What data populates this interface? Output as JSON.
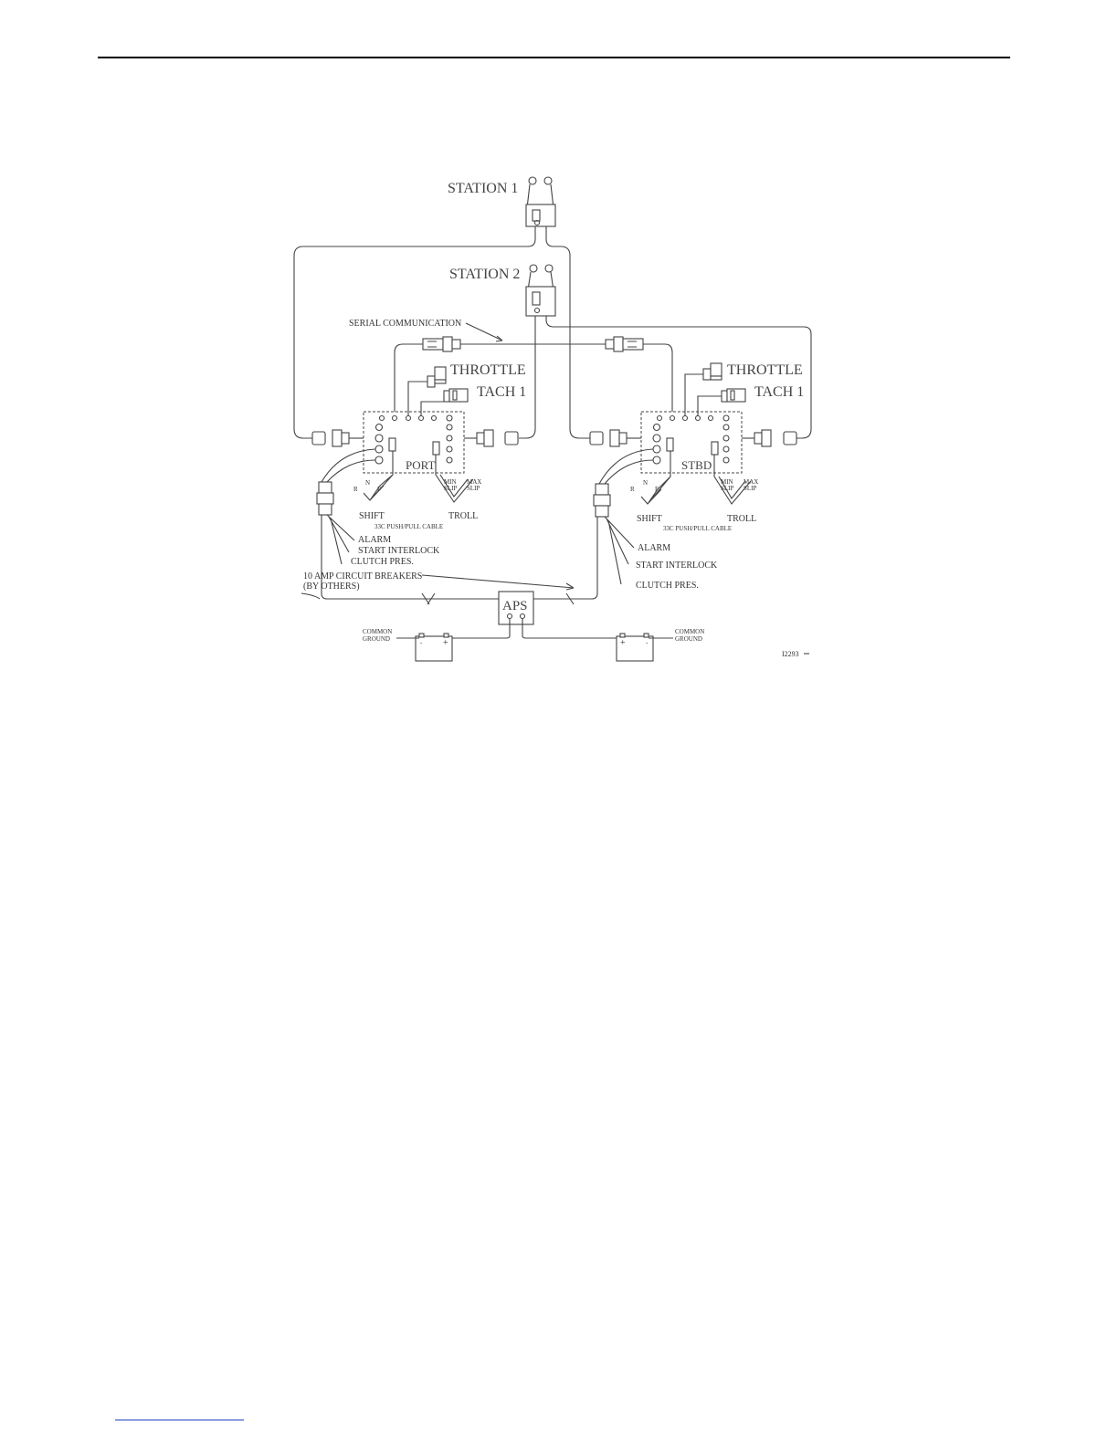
{
  "labels": {
    "station1": "STATION 1",
    "station2": "STATION 2",
    "serial": "SERIAL COMMUNICATION",
    "throttle": "THROTTLE",
    "tach": "TACH 1",
    "port": "PORT",
    "stbd": "STBD",
    "r": "R",
    "n": "N",
    "f": "F",
    "min": "MIN",
    "max": "MAX",
    "slip": "SLIP",
    "shift": "SHIFT",
    "troll": "TROLL",
    "cable": "33C PUSH/PULL CABLE",
    "alarm": "ALARM",
    "start_interlock": "START INTERLOCK",
    "clutch_pres": "CLUTCH PRES.",
    "breakers_1": "10 AMP CIRCUIT BREAKERS",
    "breakers_2": "(BY OTHERS)",
    "aps": "APS",
    "common": "COMMON",
    "ground": "GROUND",
    "minus": "-",
    "plus": "+",
    "fig_id": "I2293"
  }
}
